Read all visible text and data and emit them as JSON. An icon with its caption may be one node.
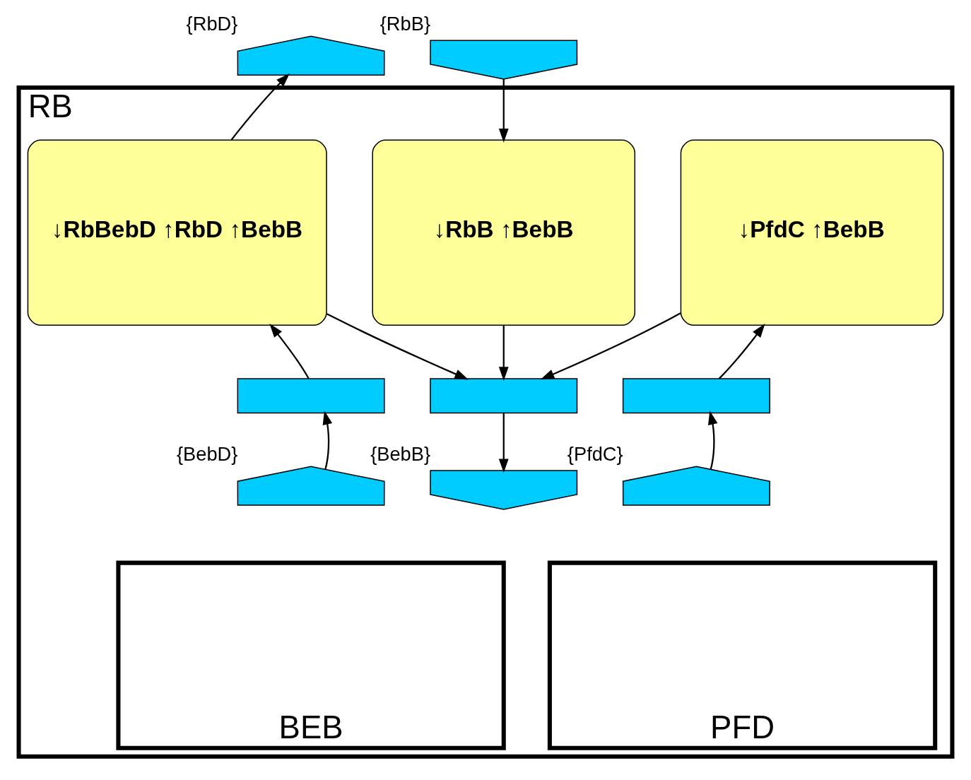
{
  "diagram": {
    "nodes": [
      {
        "text": [
          "RB"
        ]
      },
      {
        "text": [],
        "shape": "arrow",
        "beside": [
          "{RbD}"
        ]
      },
      {
        "text": [],
        "shape": "arrow",
        "beside": [
          "{RbB}"
        ]
      },
      {
        "text": [
          "↓RbBebD ↑RbD ↑BebB"
        ],
        "in": 0
      },
      {
        "text": [
          "↓RbB ↑BebB"
        ],
        "in": 0
      },
      {
        "text": [
          "↓PfdC ↑BebB"
        ],
        "in": 0
      },
      {
        "text": [],
        "shape": "box",
        "in": 0
      },
      {
        "text": [],
        "shape": "box",
        "in": 0
      },
      {
        "text": [],
        "shape": "box",
        "in": 0
      },
      {
        "text": [
          "BEB"
        ],
        "in": 0
      },
      {
        "text": [],
        "shape": "arrow",
        "beside": [
          "{BebD}"
        ],
        "in": 0
      },
      {
        "text": [],
        "shape": "arrow",
        "beside": [
          "{BebB}"
        ],
        "in": 0
      },
      {
        "text": [
          "PFD"
        ],
        "in": 0
      },
      {
        "text": [],
        "shape": "arrow",
        "beside": [
          "{PfdC}"
        ],
        "in": 0
      }
    ],
    "edges": [
      {
        "from": 3,
        "to": 1,
        "arrow": "to"
      },
      {
        "from": 2,
        "to": 4,
        "arrow": "to"
      },
      {
        "from": 6,
        "to": 3,
        "arrow": "to"
      },
      {
        "from": 3,
        "to": 7,
        "arrow": "to"
      },
      {
        "from": 4,
        "to": 7,
        "arrow": "to"
      },
      {
        "from": 5,
        "to": 7,
        "arrow": "to"
      },
      {
        "from": 8,
        "to": 5,
        "arrow": "to"
      },
      {
        "from": 10,
        "to": 6,
        "arrow": "to"
      },
      {
        "from": 7,
        "to": 11,
        "arrow": "to"
      },
      {
        "from": 13,
        "to": 8,
        "arrow": "to"
      }
    ]
  }
}
